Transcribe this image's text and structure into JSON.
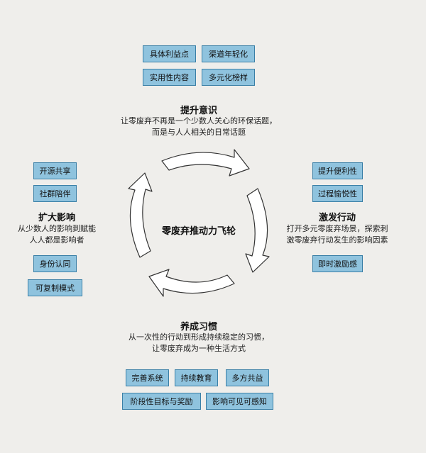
{
  "center": {
    "title": "零废弃推动力飞轮"
  },
  "top": {
    "tags": [
      "具体利益点",
      "渠道年轻化",
      "实用性内容",
      "多元化榜样"
    ],
    "title": "提升意识",
    "desc": [
      "让零废弃不再是一个少数人关心的环保话题，",
      "而是与人人相关的日常话题"
    ]
  },
  "right": {
    "tags_top": [
      "提升便利性",
      "过程愉悦性"
    ],
    "title": "激发行动",
    "desc": [
      "打开多元零废弃场景，探索刺",
      "激零废弃行动发生的影响因素"
    ],
    "tags_bottom": [
      "即时激励感"
    ]
  },
  "left": {
    "tags_top": [
      "开源共享",
      "社群陪伴"
    ],
    "title": "扩大影响",
    "desc": [
      "从少数人的影响到赋能",
      "人人都是影响者"
    ],
    "tags_bottom": [
      "身份认同",
      "可复制模式"
    ]
  },
  "bottom": {
    "title": "养成习惯",
    "desc": [
      "从一次性的行动到形成持续稳定的习惯，",
      "让零废弃成为一种生活方式"
    ],
    "tags_row1": [
      "完善系统",
      "持续教育",
      "多方共益"
    ],
    "tags_row2": [
      "阶段性目标与奖励",
      "影响可见可感知"
    ]
  },
  "colors": {
    "tag_fill": "#8fc3de",
    "tag_border": "#3a7fa6",
    "background": "#efeeeb"
  }
}
